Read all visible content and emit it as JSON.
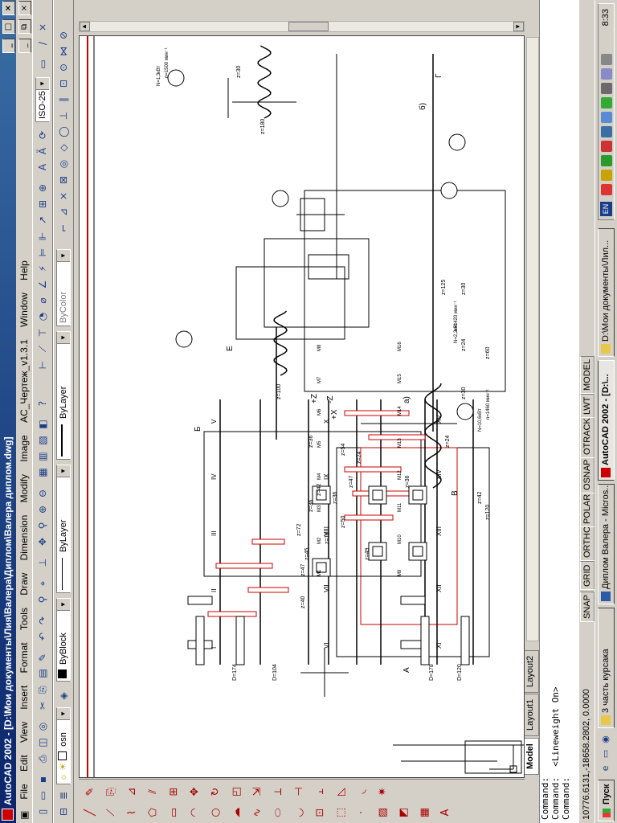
{
  "title": "AutoCAD 2002 - [D:\\Мои документы\\Лия\\Валера\\Диплом\\Валера диплом.dwg]",
  "window_controls": [
    "_",
    "□",
    "×"
  ],
  "doc_controls": [
    "_",
    "⧉",
    "×"
  ],
  "menus": [
    "File",
    "Edit",
    "View",
    "Insert",
    "Format",
    "Tools",
    "Draw",
    "Dimension",
    "Modify",
    "Image",
    "AC_Чертеж_v1.3.1",
    "Window",
    "Help"
  ],
  "toolbar2": {
    "layer_value": "osn",
    "color_value": "ByBlock",
    "linetype_value": "ByLayer",
    "lineweight_value": "ByLayer",
    "plotstyle_value": "ByColor"
  },
  "dimstyle": {
    "value": "ISO-25"
  },
  "tabs": [
    "Model",
    "Layout1",
    "Layout2"
  ],
  "command": {
    "lines": [
      "Command:",
      "Command:  <Lineweight On>",
      "Command:"
    ]
  },
  "status": {
    "coords": "10776.6131,-18658.2802, 0.0000",
    "buttons": [
      "SNAP",
      "GRID",
      "ORTHO",
      "POLAR",
      "OSNAP",
      "OTRACK",
      "LWT",
      "MODEL"
    ]
  },
  "taskbar": {
    "start": "Пуск",
    "tasks": [
      "3 часть курсака",
      "Диплом Валера - Micros...",
      "AutoCAD 2002 - [D:\\...",
      "D:\\Мои документы\\Лил..."
    ],
    "lang": "EN",
    "clock": "8:33"
  },
  "drawing": {
    "labels_a": [
      "D=174",
      "D=104",
      "D=178",
      "D=120",
      "z=40",
      "z=47",
      "z=45",
      "z=18",
      "z=72",
      "z=50",
      "z=36",
      "z=36",
      "z=42",
      "z=47",
      "z=49",
      "z=24",
      "z=54",
      "z=36",
      "z=36",
      "z=24",
      "z=30",
      "z=100",
      "z=120",
      "z=42",
      "z=60",
      "z=24",
      "z=125",
      "z=30",
      "z=180",
      "z=30"
    ],
    "labels_b": [
      "М1",
      "М2",
      "М3",
      "М4",
      "М5",
      "М6",
      "М7",
      "М8",
      "М9",
      "М10",
      "М11",
      "М12",
      "М13",
      "М14",
      "М15",
      "М16"
    ],
    "roman": [
      "I",
      "II",
      "III",
      "IV",
      "V",
      "VI",
      "VII",
      "VIII",
      "IX",
      "X",
      "XI",
      "XII",
      "XIII",
      "XIV",
      "XV"
    ],
    "motor_notes": [
      "N=10,6кВт",
      "n=1460 мин⁻¹",
      "N=2,2кВт",
      "n=1420 мин⁻¹",
      "N=1,3кВт",
      "n=1500 мин⁻¹"
    ],
    "marks": [
      "а)",
      "б)",
      "+Z",
      "-Z",
      "+X",
      "А",
      "Б",
      "В",
      "Г",
      "Е"
    ]
  }
}
